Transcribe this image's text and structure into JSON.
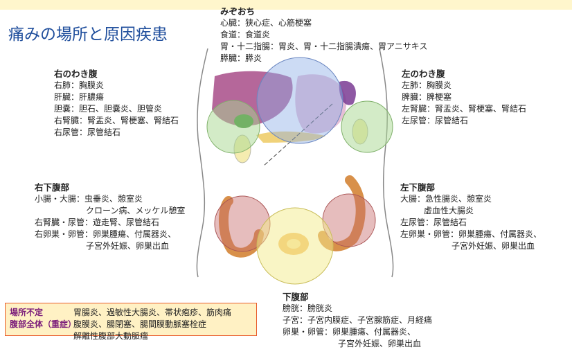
{
  "title": "痛みの場所と原因疾患",
  "colors": {
    "title": "#1f4e9c",
    "note_background": "#fff1c4",
    "note_border": "#e85a2a",
    "note_label": "#7a1b7a",
    "circle_blue": "#8db0e6",
    "circle_green": "#a8d890",
    "circle_red": "#c86c6c",
    "circle_yellow": "#f3eb8c"
  },
  "regions": {
    "mizoochi": {
      "heading": "みぞおち",
      "lines": [
        "心臓：狭心症、心筋梗塞",
        "食道：食道炎",
        "胃・十二指腸：胃炎、胃・十二指腸潰瘍、胃アニサキス",
        "膵臓：膵炎"
      ]
    },
    "right_upper": {
      "heading": "右のわき腹",
      "lines": [
        "右肺：胸膜炎",
        "肝臓：肝膿瘍",
        "胆嚢：胆石、胆嚢炎、胆管炎",
        "右腎臓：腎盂炎、腎梗塞、腎結石",
        "右尿管：尿管結石"
      ]
    },
    "left_upper": {
      "heading": "左のわき腹",
      "lines": [
        "左肺：胸膜炎",
        "脾臓：脾梗塞",
        "左腎臓：腎盂炎、腎梗塞、腎結石",
        "左尿管：尿管結石"
      ]
    },
    "right_lower": {
      "heading": "右下腹部",
      "lines": [
        "小腸・大腸：虫垂炎、憩室炎",
        "クローン病、メッケル憩室",
        "右腎臓・尿管：遊走腎、尿管結石",
        "右卵巣・卵管：卵巣腫瘍、付属器炎、",
        "子宮外妊娠、卵巣出血"
      ]
    },
    "left_lower": {
      "heading": "左下腹部",
      "lines": [
        "大腸：急性腸炎、憩室炎",
        "虚血性大腸炎",
        "左尿管：尿管結石",
        "左卵巣・卵管：卵巣腫瘍、付属器炎、",
        "子宮外妊娠、卵巣出血"
      ]
    },
    "lower": {
      "heading": "下腹部",
      "lines": [
        "膀胱：膀胱炎",
        "子宮：子宮内膜症、子宮腺筋症、月経痛",
        "卵巣・卵管：卵巣腫瘍、付属器炎、",
        "子宮外妊娠、卵巣出血"
      ]
    }
  },
  "note": {
    "label1": "場所不定",
    "text1": "胃腸炎、過敏性大腸炎、帯状疱疹、筋肉痛",
    "label2": "腹部全体（重症）",
    "text2": "腹膜炎、腸閉塞、腸間膜動脈塞栓症",
    "text3": "解離性腹部大動脈瘤"
  }
}
